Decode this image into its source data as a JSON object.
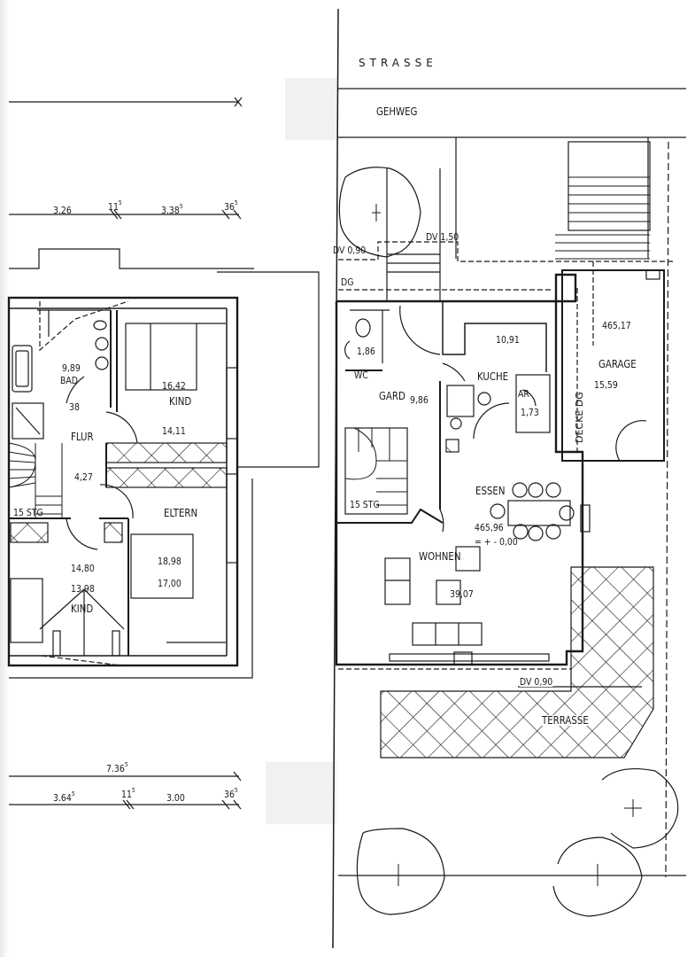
{
  "colors": {
    "ink": "#1a1a1a",
    "paper": "#ffffff",
    "tape": "#e6e6e6"
  },
  "site": {
    "street": "STRASSE",
    "sidewalk": "GEHWEG",
    "terrace": "TERRASSE",
    "dv_top": "DV 1,50",
    "dv_left": "DV 0,90",
    "dv_terrace": "DV 0,90",
    "dg_marker": "DG"
  },
  "upper_floor": {
    "dimensions_top": {
      "segments": [
        {
          "label": "3.26",
          "sup": ""
        },
        {
          "label": "11",
          "sup": "5"
        },
        {
          "label": "3.38",
          "sup": "5"
        },
        {
          "label": "36",
          "sup": "5"
        }
      ]
    },
    "dimensions_bottom": {
      "total": {
        "label": "7.36",
        "sup": "5"
      },
      "segments": [
        {
          "label": "3.64",
          "sup": "5"
        },
        {
          "label": "11",
          "sup": "5"
        },
        {
          "label": "3.00",
          "sup": ""
        },
        {
          "label": "36",
          "sup": "5"
        }
      ]
    },
    "rooms": [
      {
        "name": "BAD",
        "area": "9,89"
      },
      {
        "name": "KIND",
        "area": "16,42",
        "area2": "14,11"
      },
      {
        "name": "FLUR",
        "area": "4,27",
        "extra": "38"
      },
      {
        "name": "ELTERN",
        "area": "18,98",
        "area2": "17,00"
      },
      {
        "name": "KIND",
        "area": "14,80",
        "area2": "13,98"
      }
    ],
    "stairs": "15 STG"
  },
  "ground_floor": {
    "rooms": [
      {
        "name": "WC",
        "area": "1,86"
      },
      {
        "name": "GARD",
        "area": "9,86"
      },
      {
        "name": "KUCHE",
        "area": "10,91"
      },
      {
        "name": "AR",
        "area": "1,73"
      },
      {
        "name": "GARAGE",
        "area": "15,59",
        "level": "465,17"
      },
      {
        "name": "ESSEN",
        "level": "465,96",
        "level_rel": "= + - 0,00"
      },
      {
        "name": "WOHNEN",
        "area": "39,07"
      }
    ],
    "stairs": "15 STG",
    "garage_ceiling": "DECKE DG"
  }
}
